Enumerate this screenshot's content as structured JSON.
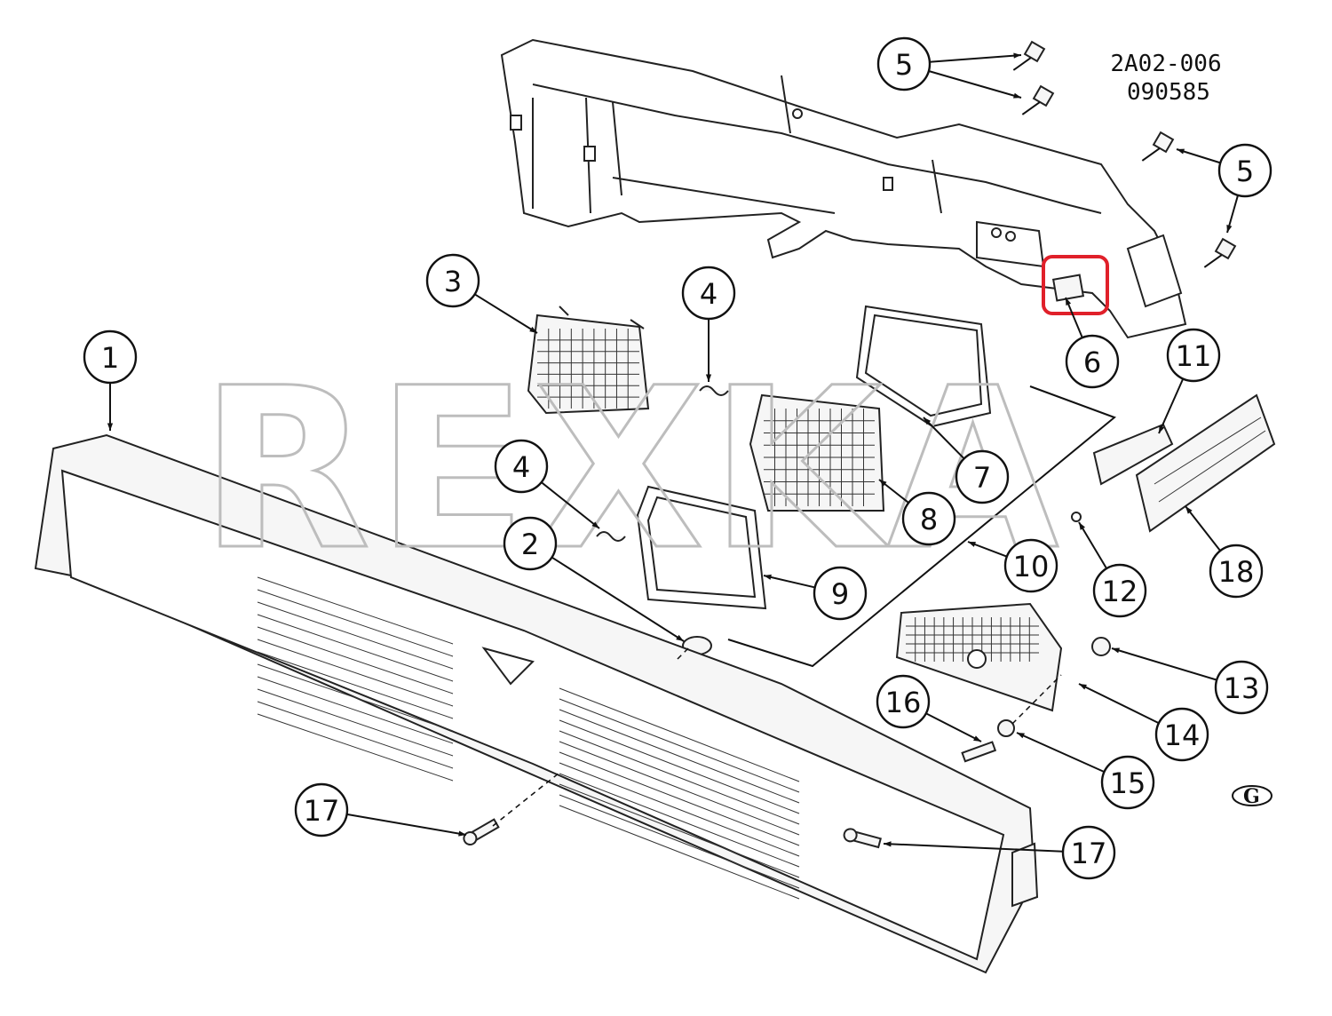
{
  "diagram": {
    "reference_code": "2A02-006",
    "reference_date": "090585",
    "watermark": "REXKA",
    "logo_letter": "G",
    "highlight_color": "#e0202a",
    "callouts": [
      {
        "id": "c1",
        "label": "1"
      },
      {
        "id": "c2",
        "label": "2"
      },
      {
        "id": "c3",
        "label": "3"
      },
      {
        "id": "c4a",
        "label": "4"
      },
      {
        "id": "c4b",
        "label": "4"
      },
      {
        "id": "c5a",
        "label": "5"
      },
      {
        "id": "c5b",
        "label": "5"
      },
      {
        "id": "c6",
        "label": "6"
      },
      {
        "id": "c7",
        "label": "7"
      },
      {
        "id": "c8",
        "label": "8"
      },
      {
        "id": "c9",
        "label": "9"
      },
      {
        "id": "c10",
        "label": "10"
      },
      {
        "id": "c11",
        "label": "11"
      },
      {
        "id": "c12",
        "label": "12"
      },
      {
        "id": "c13",
        "label": "13"
      },
      {
        "id": "c14",
        "label": "14"
      },
      {
        "id": "c15",
        "label": "15"
      },
      {
        "id": "c16",
        "label": "16"
      },
      {
        "id": "c17a",
        "label": "17"
      },
      {
        "id": "c17b",
        "label": "17"
      },
      {
        "id": "c18",
        "label": "18"
      }
    ]
  }
}
